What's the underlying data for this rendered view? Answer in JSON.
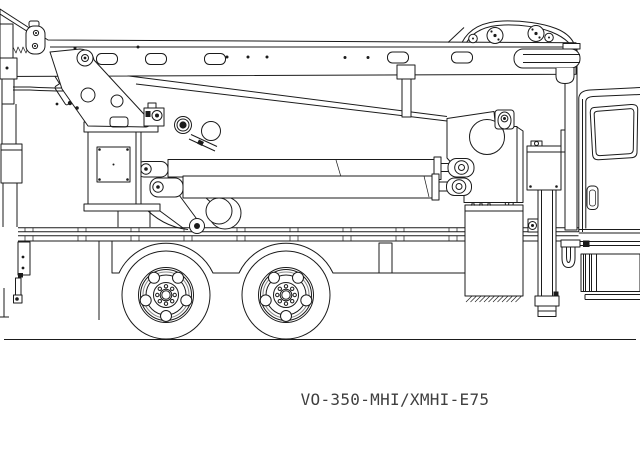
{
  "drawing": {
    "model_label": "VO-350-MHI/XMHI-E75"
  },
  "colors": {
    "line": "#1b1b1b",
    "background": "#ffffff",
    "wheel_band": "#8c8c8c",
    "label_text": "#3f3f3f"
  },
  "parts": [
    "ground-line",
    "truck-chassis-rails",
    "rear-fender-panel",
    "rear-wheels",
    "rear-outrigger-stowed",
    "pedestal",
    "boom-base-plate",
    "slew-motor-block",
    "lift-cylinder-upper",
    "lift-cylinder-lower",
    "lower-boom-tube",
    "knuckle-linkage",
    "main-boom",
    "boom-rest-post",
    "sheave-guard",
    "jib-tube",
    "turret",
    "hydraulic-hose-bundle",
    "turret-base-box",
    "mast",
    "outrigger-leg",
    "control-box",
    "exhaust-bend",
    "truck-cab",
    "cab-window",
    "door-handle",
    "cab-step-box",
    "model-label"
  ]
}
